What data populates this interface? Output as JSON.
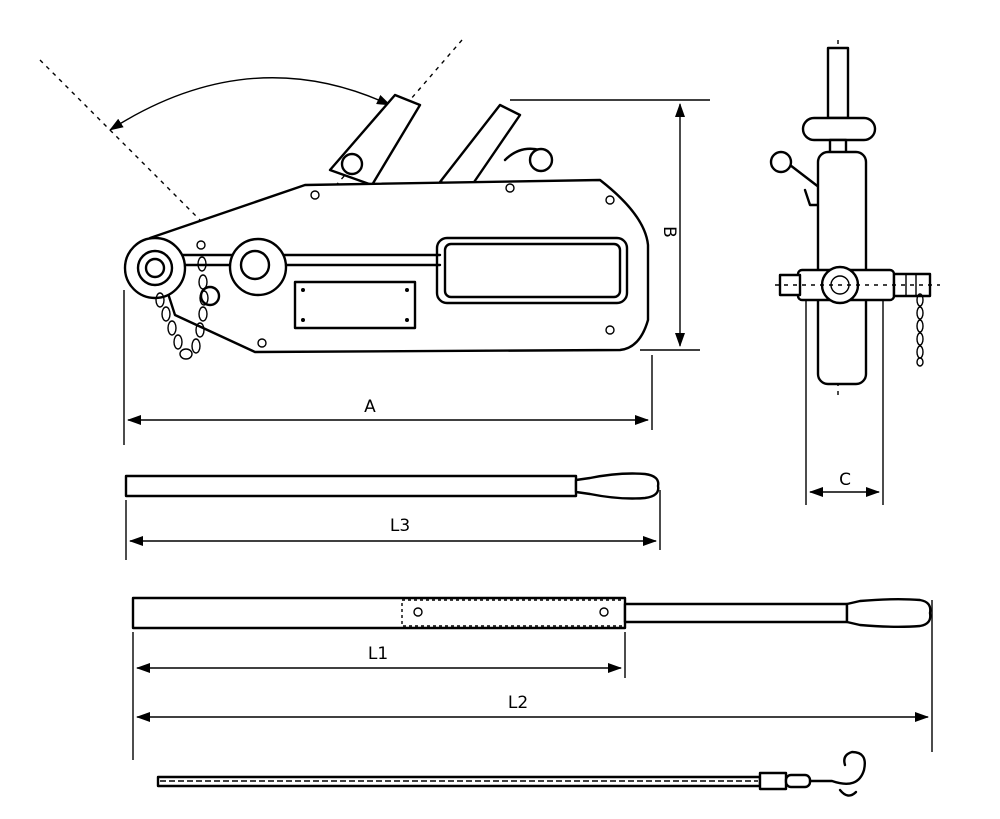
{
  "dimensions": {
    "A": "A",
    "B": "B",
    "C": "C",
    "L1": "L1",
    "L2": "L2",
    "L3": "L3"
  }
}
